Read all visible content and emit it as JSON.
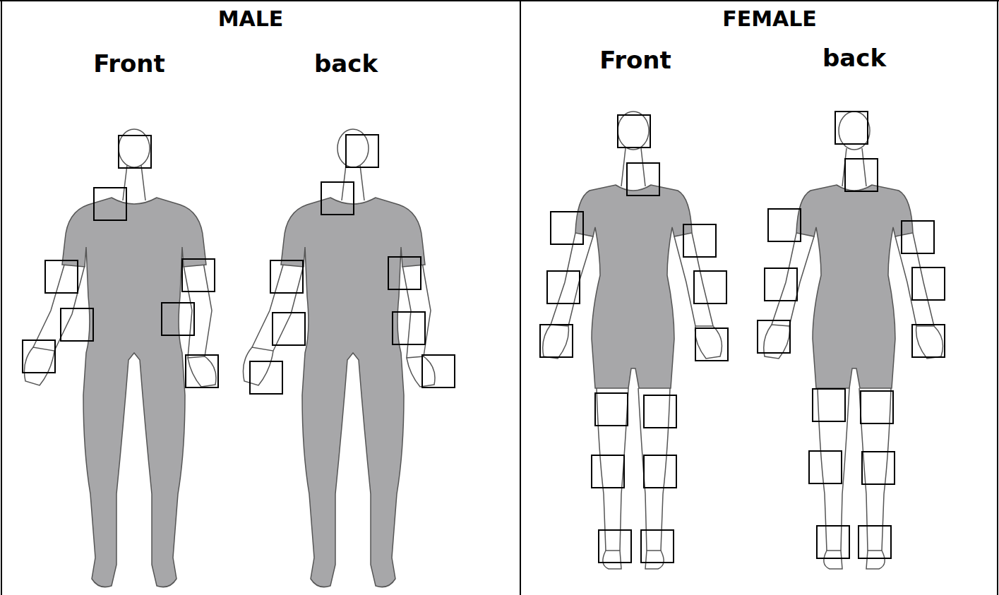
{
  "diagram": {
    "labels": [
      "MALE",
      "Front",
      "back",
      "FEMALE",
      "Front",
      "back"
    ]
  }
}
